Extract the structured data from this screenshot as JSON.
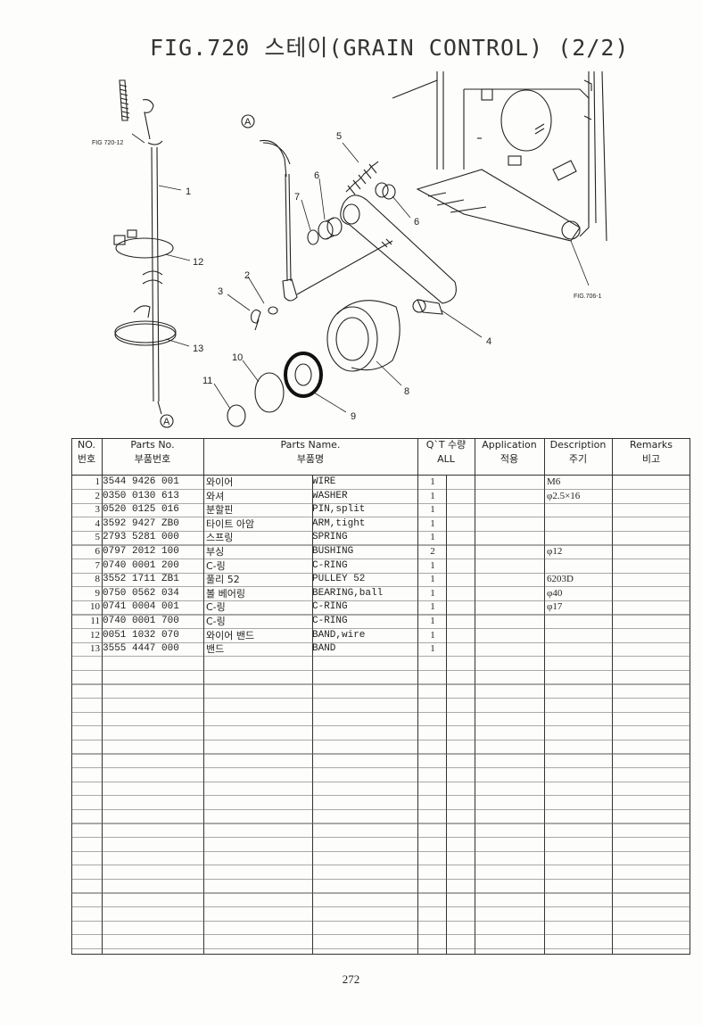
{
  "page": {
    "title": "FIG.720 스테이(GRAIN CONTROL) (2/2)",
    "page_number": "272"
  },
  "diagram": {
    "fig_refs": [
      "FIG 720-12",
      "FIG.706-1"
    ],
    "connector_marks": [
      "A",
      "A"
    ],
    "callouts": [
      "1",
      "2",
      "3",
      "4",
      "5",
      "6",
      "6",
      "7",
      "8",
      "9",
      "10",
      "11",
      "12",
      "13"
    ]
  },
  "table": {
    "headers": {
      "no_en": "NO.",
      "no_kr": "번호",
      "parts_no_en": "Parts No.",
      "parts_no_kr": "부품번호",
      "parts_name_en": "Parts Name.",
      "parts_name_kr": "부품명",
      "qty_en": "Q`T 수량",
      "qty_all": "ALL",
      "application_en": "Application",
      "application_kr": "적용",
      "description_en": "Description",
      "description_kr": "주기",
      "remarks_en": "Remarks",
      "remarks_kr": "비고"
    },
    "rows": [
      {
        "no": "1",
        "part_no": "3544 9426 001",
        "name_kr": "와이어",
        "name_en": "WIRE",
        "qty": "1",
        "desc": "M6"
      },
      {
        "no": "2",
        "part_no": "0350 0130 613",
        "name_kr": "와셔",
        "name_en": "WASHER",
        "qty": "1",
        "desc": "φ2.5×16"
      },
      {
        "no": "3",
        "part_no": "0520 0125 016",
        "name_kr": "분할핀",
        "name_en": "PIN,split",
        "qty": "1",
        "desc": ""
      },
      {
        "no": "4",
        "part_no": "3592 9427 ZB0",
        "name_kr": "타이트 아암",
        "name_en": "ARM,tight",
        "qty": "1",
        "desc": ""
      },
      {
        "no": "5",
        "part_no": "2793 5281 000",
        "name_kr": "스프링",
        "name_en": "SPRING",
        "qty": "1",
        "desc": ""
      },
      {
        "no": "6",
        "part_no": "0797 2012 100",
        "name_kr": "부싱",
        "name_en": "BUSHING",
        "qty": "2",
        "desc": "φ12"
      },
      {
        "no": "7",
        "part_no": "0740 0001 200",
        "name_kr": "C-링",
        "name_en": "C-RING",
        "qty": "1",
        "desc": ""
      },
      {
        "no": "8",
        "part_no": "3552 1711 ZB1",
        "name_kr": "풀리 52",
        "name_en": "PULLEY 52",
        "qty": "1",
        "desc": "6203D"
      },
      {
        "no": "9",
        "part_no": "0750 0562 034",
        "name_kr": "볼 베어링",
        "name_en": "BEARING,ball",
        "qty": "1",
        "desc": "φ40"
      },
      {
        "no": "10",
        "part_no": "0741 0004 001",
        "name_kr": "C-링",
        "name_en": "C-RING",
        "qty": "1",
        "desc": "φ17"
      },
      {
        "no": "11",
        "part_no": "0740 0001 700",
        "name_kr": "C-링",
        "name_en": "C-RING",
        "qty": "1",
        "desc": ""
      },
      {
        "no": "12",
        "part_no": "0051 1032 070",
        "name_kr": "와이어 밴드",
        "name_en": "BAND,wire",
        "qty": "1",
        "desc": ""
      },
      {
        "no": "13",
        "part_no": "3555 4447 000",
        "name_kr": "밴드",
        "name_en": "BAND",
        "qty": "1",
        "desc": ""
      }
    ]
  }
}
